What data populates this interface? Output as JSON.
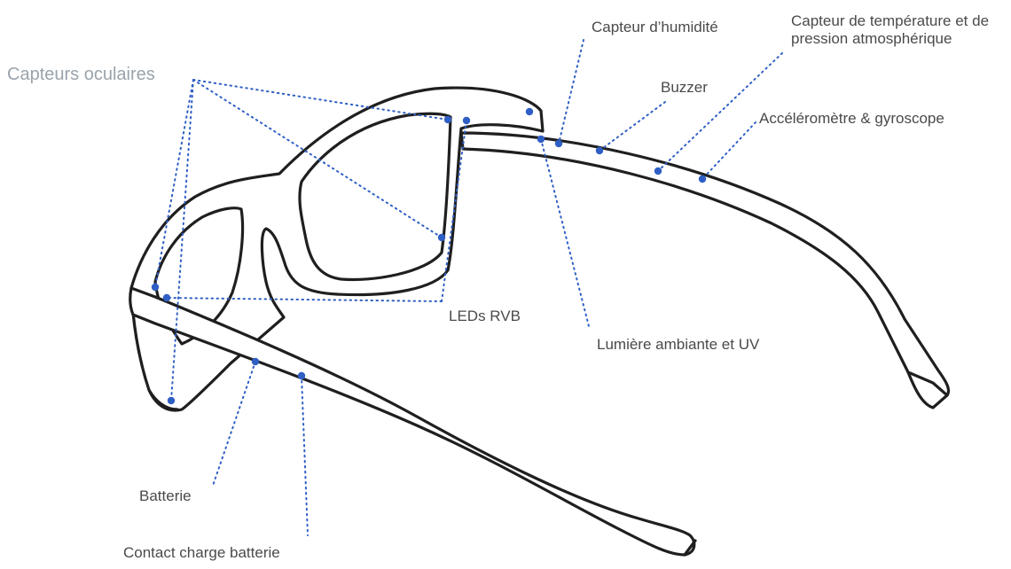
{
  "labels": {
    "capteurs_oculaires": "Capteurs oculaires",
    "capteur_humidite": "Capteur d’humidité",
    "capteur_temperature": "Capteur de température et de pression atmosphérique",
    "buzzer": "Buzzer",
    "accelerometre": "Accéléromètre & gyroscope",
    "leds_rvb": "LEDs RVB",
    "lumiere_ambiante": "Lumière ambiante et UV",
    "batterie": "Batterie",
    "contact_charge": "Contact charge batterie"
  },
  "colors": {
    "accent": "#2f5fc4",
    "outline": "#1f1f1f",
    "label": "#4a4a4a",
    "label_faint": "#9aa3ab"
  }
}
